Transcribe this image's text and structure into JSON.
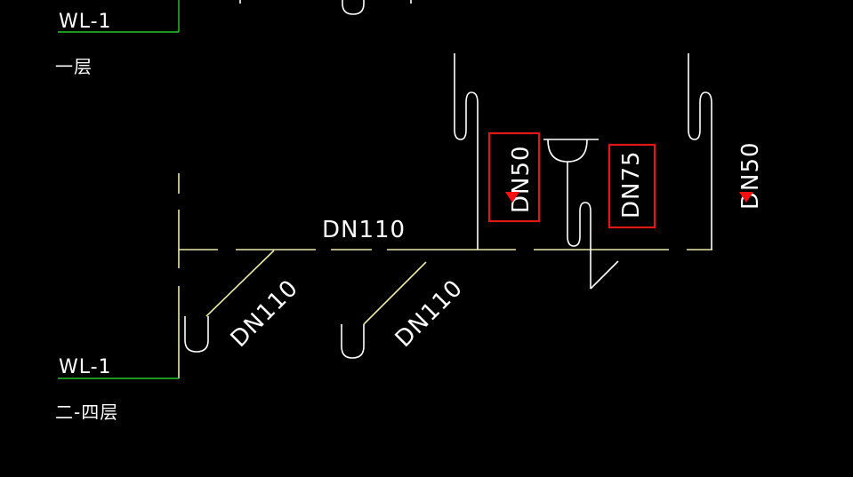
{
  "drawing": {
    "colors": {
      "background": "#000000",
      "pipe": "#ffffff",
      "dashed_pipe": "#e8e8a8",
      "leader": "#28c828",
      "highlight": "#e01818",
      "marker": "#ff1010"
    },
    "labels": {
      "top_riser_tag": "WL-1",
      "top_floor": "一层",
      "bottom_riser_tag": "WL-1",
      "bottom_floor": "二-四层",
      "main_pipe": "DN110",
      "branch_1": "DN110",
      "branch_2": "DN110",
      "vertical_1": "DN50",
      "vertical_2": "DN75",
      "vertical_3": "DN50"
    }
  }
}
